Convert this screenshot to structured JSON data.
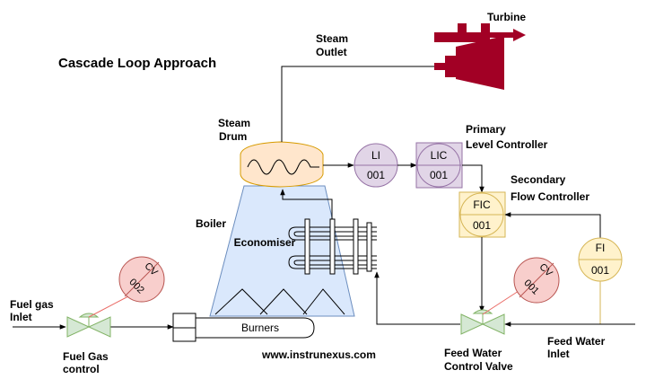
{
  "title": "Cascade Loop Approach",
  "labels": {
    "turbine": "Turbine",
    "steam_outlet_1": "Steam",
    "steam_outlet_2": "Outlet",
    "steam_drum_1": "Steam",
    "steam_drum_2": "Drum",
    "primary_1": "Primary",
    "primary_2": "Level Controller",
    "secondary_1": "Secondary",
    "secondary_2": "Flow Controller",
    "boiler": "Boiler",
    "economiser": "Economiser",
    "burners": "Burners",
    "fuel_gas_inlet_1": "Fuel gas",
    "fuel_gas_inlet_2": "Inlet",
    "fuel_gas_control_1": "Fuel Gas",
    "fuel_gas_control_2": "control",
    "website": "www.instrunexus.com",
    "fw_valve_1": "Feed Water",
    "fw_valve_2": "Control Valve",
    "fw_inlet_1": "Feed Water",
    "fw_inlet_2": "Inlet"
  },
  "instruments": {
    "li": {
      "tag": "LI",
      "num": "001"
    },
    "lic": {
      "tag": "LIC",
      "num": "001"
    },
    "fic": {
      "tag": "FIC",
      "num": "001"
    },
    "fi": {
      "tag": "FI",
      "num": "001"
    },
    "cv_fuel": {
      "tag": "CV",
      "num": "002"
    },
    "cv_water": {
      "tag": "CV",
      "num": "001"
    }
  },
  "colors": {
    "boiler_fill": "#dae8fc",
    "boiler_stroke": "#6c8ebf",
    "drum_fill": "#ffe6cc",
    "drum_stroke": "#d79b00",
    "li_fill": "#e1d5e7",
    "li_stroke": "#9673a6",
    "fic_fill": "#fff2cc",
    "fic_stroke": "#d6b656",
    "cv_fill": "#f8cecc",
    "cv_stroke": "#b85450",
    "valve_fill": "#d5e8d4",
    "valve_stroke": "#82b366",
    "turbine_fill": "#a20025"
  }
}
